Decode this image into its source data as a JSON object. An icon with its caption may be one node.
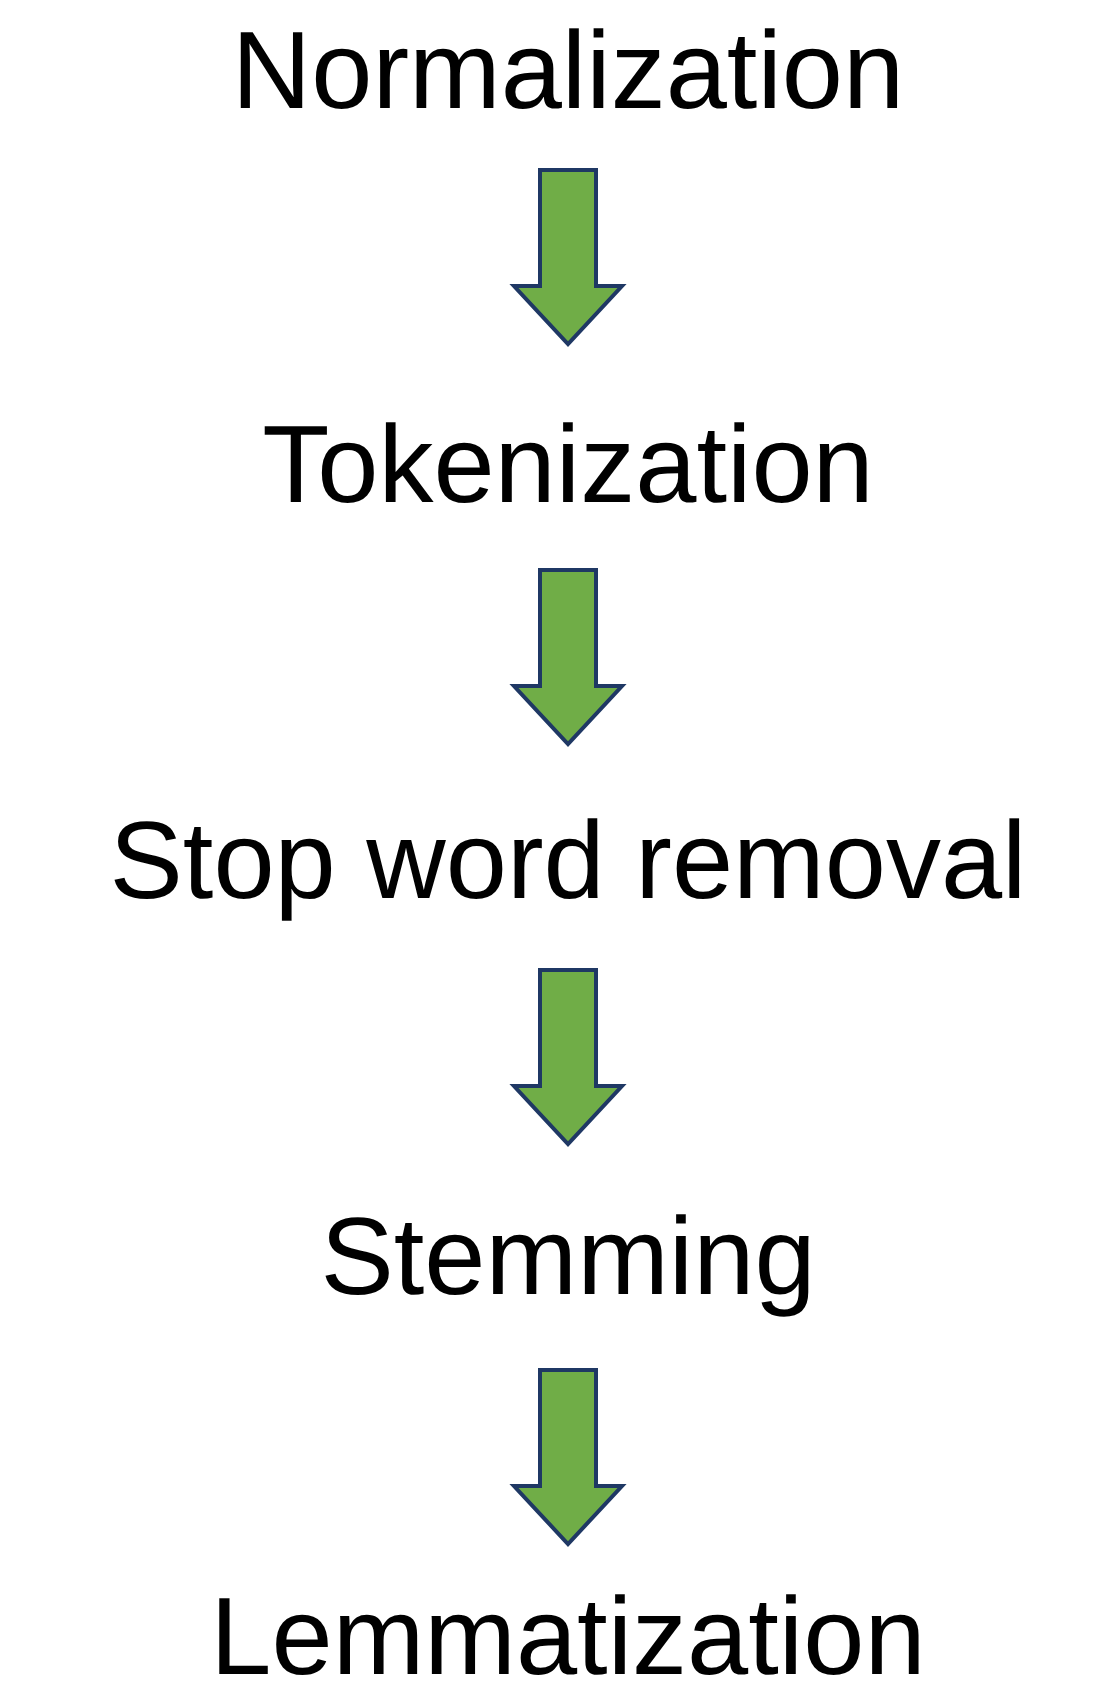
{
  "diagram": {
    "nodes": [
      {
        "text": [
          "Normalization"
        ]
      },
      {
        "text": [
          "Tokenization"
        ]
      },
      {
        "text": [
          "Stop word removal"
        ]
      },
      {
        "text": [
          "Stemming"
        ]
      },
      {
        "text": [
          "Lemmatization"
        ]
      }
    ],
    "edges": [
      {
        "from": 0,
        "to": 1,
        "arrow": "to"
      },
      {
        "from": 1,
        "to": 2,
        "arrow": "to"
      },
      {
        "from": 2,
        "to": 3,
        "arrow": "to"
      },
      {
        "from": 3,
        "to": 4,
        "arrow": "to"
      }
    ]
  }
}
